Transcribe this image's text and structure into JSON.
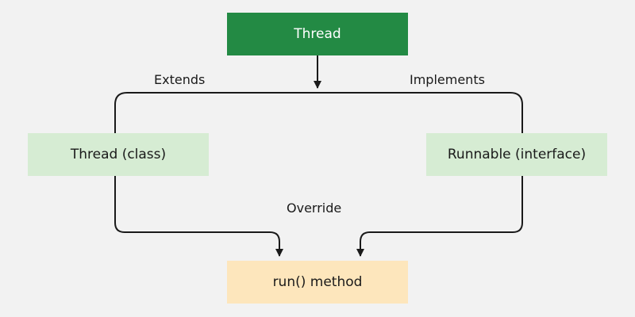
{
  "diagram": {
    "nodes": {
      "top": "Thread",
      "left": "Thread (class)",
      "right": "Runnable (interface)",
      "bottom": "run() method"
    },
    "edge_labels": {
      "extends": "Extends",
      "implements": "Implements",
      "override": "Override"
    },
    "colors": {
      "background": "#f2f2f2",
      "top_node": "#238a44",
      "middle_nodes": "#d6ecd3",
      "bottom_node": "#fde6bc",
      "lines": "#1a1a1a"
    }
  }
}
